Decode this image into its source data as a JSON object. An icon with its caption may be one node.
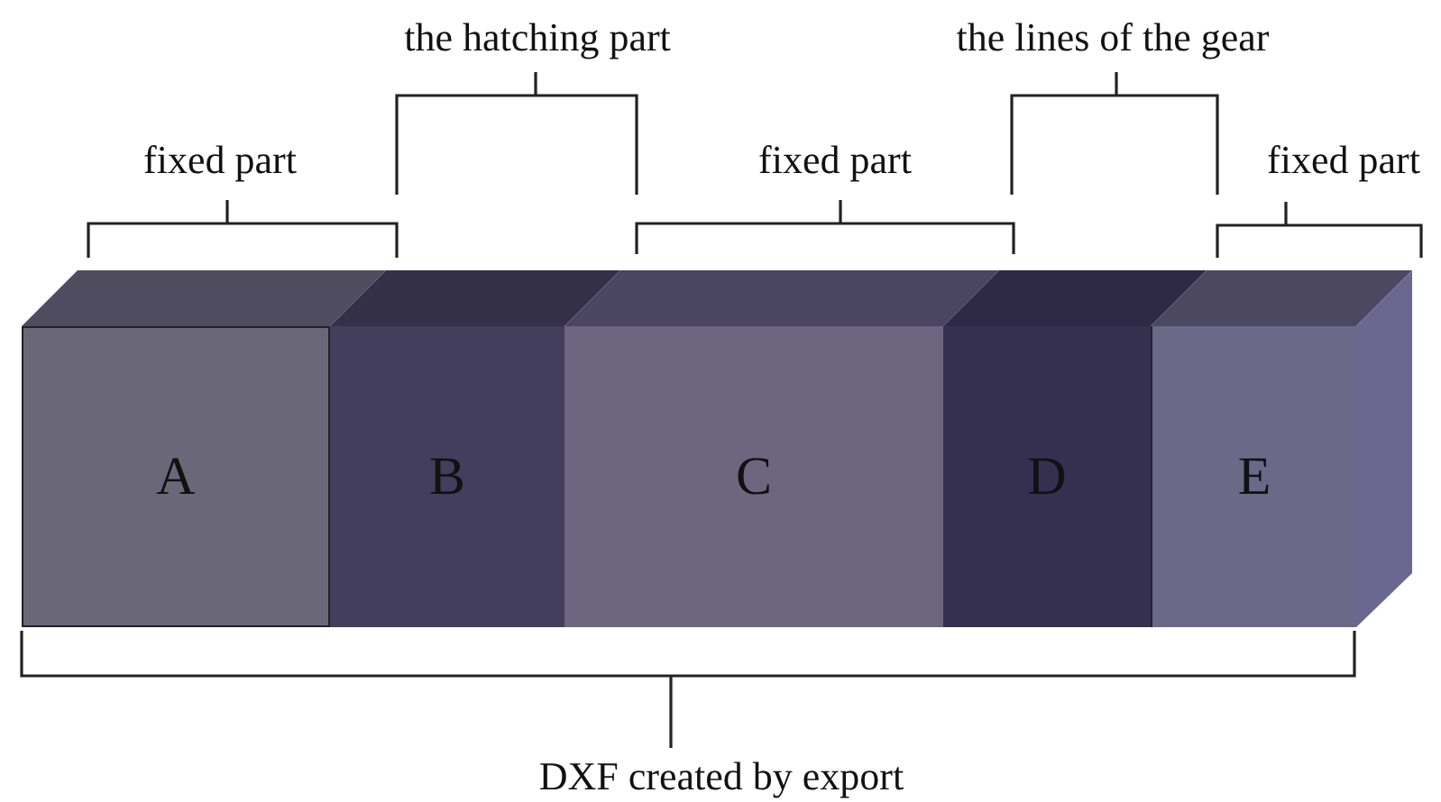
{
  "diagram": {
    "nodes": [
      {
        "text": [
          "A"
        ]
      },
      {
        "text": [
          "B"
        ]
      },
      {
        "text": [
          "C"
        ]
      },
      {
        "text": [
          "D"
        ]
      },
      {
        "text": [
          "E"
        ]
      }
    ],
    "edges": [],
    "labels": [
      "the hatching part",
      "the lines of the gear",
      "fixed part",
      "fixed part",
      "fixed part",
      "DXF created by export"
    ]
  }
}
